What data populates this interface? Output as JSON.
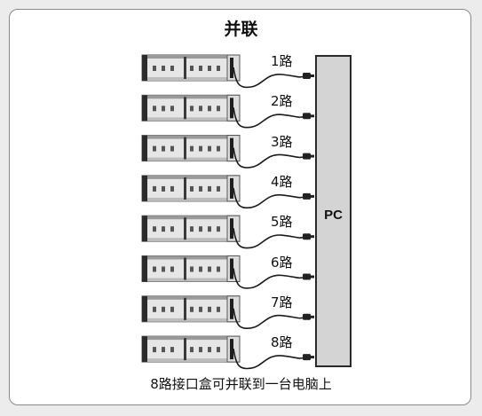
{
  "title": "并联",
  "pc_label": "PC",
  "rows": [
    {
      "label": "1路"
    },
    {
      "label": "2路"
    },
    {
      "label": "3路"
    },
    {
      "label": "4路"
    },
    {
      "label": "5路"
    },
    {
      "label": "6路"
    },
    {
      "label": "7路"
    },
    {
      "label": "8路"
    }
  ],
  "caption": "8路接口盒可并联到一台电脑上",
  "colors": {
    "background": "#ececec",
    "panel": "#ffffff",
    "pc_box": "#d4d4d4",
    "device_body": "#e6e6e6",
    "cable": "#1a1a1a"
  }
}
